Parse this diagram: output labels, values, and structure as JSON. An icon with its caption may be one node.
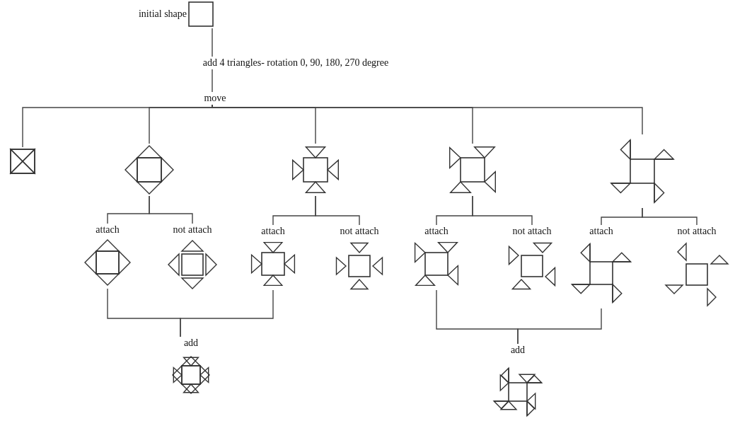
{
  "diagram": {
    "nodes": [
      {
        "text": [
          "initial shape"
        ]
      },
      {
        "text": [
          "add 4 triangles- rotation 0, 90, 180, 270 degree"
        ]
      },
      {
        "text": [
          "move"
        ]
      },
      {
        "text": [],
        "shape": "picture"
      },
      {
        "text": [],
        "shape": "picture"
      },
      {
        "text": [],
        "shape": "picture"
      },
      {
        "text": [],
        "shape": "picture"
      },
      {
        "text": [],
        "shape": "picture"
      },
      {
        "text": [
          "attach"
        ]
      },
      {
        "text": [
          "not attach"
        ]
      },
      {
        "text": [
          "attach"
        ]
      },
      {
        "text": [
          "not attach"
        ]
      },
      {
        "text": [
          "attach"
        ]
      },
      {
        "text": [
          "not attach"
        ]
      },
      {
        "text": [
          "attach"
        ]
      },
      {
        "text": [
          "not attach"
        ]
      },
      {
        "text": [
          "add"
        ]
      },
      {
        "text": [
          "add"
        ]
      }
    ],
    "edges": [
      {
        "from": 0,
        "to": 1,
        "arrow": "none"
      },
      {
        "from": 1,
        "to": 2,
        "arrow": "none"
      },
      {
        "from": 2,
        "to": 3,
        "arrow": "none"
      },
      {
        "from": 2,
        "to": 4,
        "arrow": "none"
      },
      {
        "from": 2,
        "to": 5,
        "arrow": "none"
      },
      {
        "from": 2,
        "to": 6,
        "arrow": "none"
      },
      {
        "from": 2,
        "to": 7,
        "arrow": "none"
      },
      {
        "from": 4,
        "to": 8,
        "arrow": "none"
      },
      {
        "from": 4,
        "to": 9,
        "arrow": "none"
      },
      {
        "from": 5,
        "to": 10,
        "arrow": "none"
      },
      {
        "from": 5,
        "to": 11,
        "arrow": "none"
      },
      {
        "from": 6,
        "to": 12,
        "arrow": "none"
      },
      {
        "from": 6,
        "to": 13,
        "arrow": "none"
      },
      {
        "from": 7,
        "to": 14,
        "arrow": "none"
      },
      {
        "from": 7,
        "to": 15,
        "arrow": "none"
      },
      {
        "from": 8,
        "to": 16,
        "arrow": "none"
      },
      {
        "from": 10,
        "to": 16,
        "arrow": "none"
      },
      {
        "from": 12,
        "to": 17,
        "arrow": "none"
      },
      {
        "from": 14,
        "to": 17,
        "arrow": "none"
      }
    ]
  }
}
